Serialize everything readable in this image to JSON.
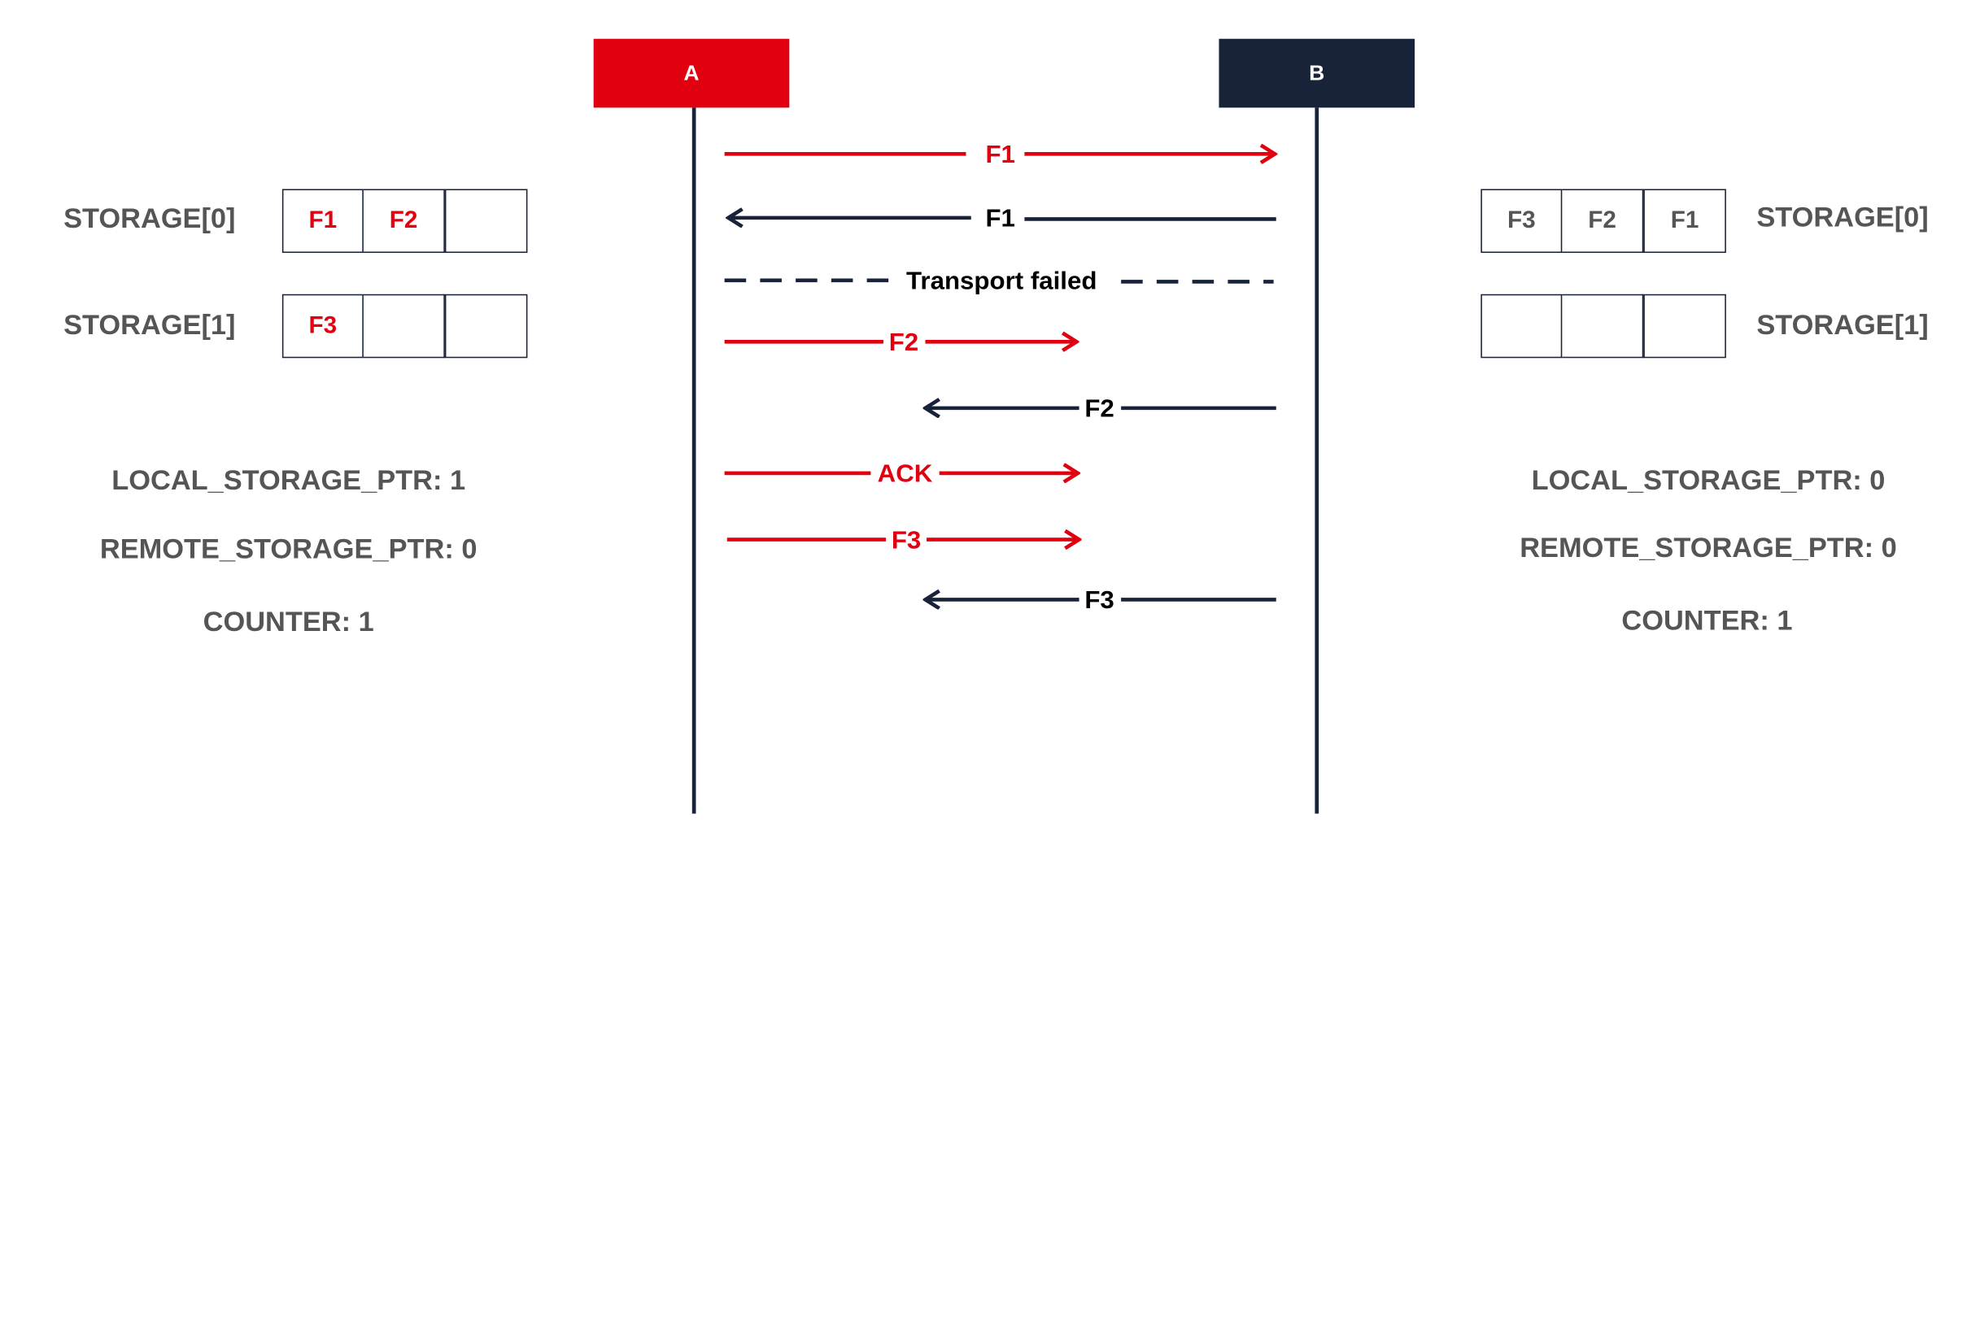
{
  "colors": {
    "red": "#e0000f",
    "navy": "#18233a",
    "gray_text": "#555555",
    "white": "#ffffff"
  },
  "nodes": {
    "a": {
      "label": "A"
    },
    "b": {
      "label": "B"
    }
  },
  "messages": [
    {
      "label": "F1",
      "direction": "a-to-b",
      "style": "solid",
      "color": "red"
    },
    {
      "label": "F1",
      "direction": "b-to-a",
      "style": "solid",
      "color": "navy"
    },
    {
      "label": "Transport failed",
      "direction": "none",
      "style": "dashed",
      "color": "navy"
    },
    {
      "label": "F2",
      "direction": "a-to-b",
      "style": "solid",
      "color": "red"
    },
    {
      "label": "F2",
      "direction": "b-to-a",
      "style": "solid",
      "color": "navy"
    },
    {
      "label": "ACK",
      "direction": "a-to-b",
      "style": "solid",
      "color": "red"
    },
    {
      "label": "F3",
      "direction": "a-to-b",
      "style": "solid",
      "color": "red"
    },
    {
      "label": "F3",
      "direction": "b-to-a",
      "style": "solid",
      "color": "navy"
    }
  ],
  "left_panel": {
    "storage0": {
      "label": "STORAGE[0]",
      "cells": [
        "F1",
        "F2",
        ""
      ]
    },
    "storage1": {
      "label": "STORAGE[1]",
      "cells": [
        "F3",
        "",
        ""
      ]
    },
    "local_ptr": "LOCAL_STORAGE_PTR: 1",
    "remote_ptr": "REMOTE_STORAGE_PTR: 0",
    "counter": "COUNTER: 1"
  },
  "right_panel": {
    "storage0": {
      "label": "STORAGE[0]",
      "cells": [
        "F3",
        "F2",
        "F1"
      ]
    },
    "storage1": {
      "label": "STORAGE[1]",
      "cells": [
        "",
        "",
        ""
      ]
    },
    "local_ptr": "LOCAL_STORAGE_PTR: 0",
    "remote_ptr": "REMOTE_STORAGE_PTR: 0",
    "counter": "COUNTER: 1"
  }
}
